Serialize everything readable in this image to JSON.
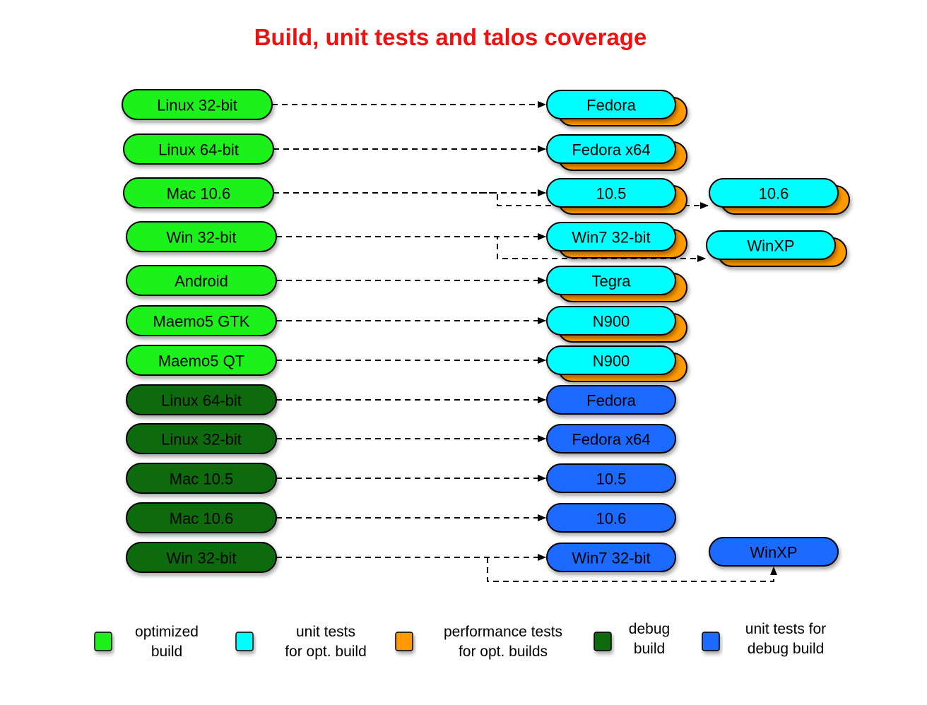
{
  "title": "Build, unit tests and talos coverage",
  "colors": {
    "optimized_build": "#1ef11e",
    "unit_tests_opt": "#00ffff",
    "perf_tests_opt": "#ff9a00",
    "debug_build": "#0a6a0a",
    "unit_tests_debug": "#1a6bff"
  },
  "builds": [
    {
      "label": "Linux 32-bit",
      "kind": "optimized"
    },
    {
      "label": "Linux 64-bit",
      "kind": "optimized"
    },
    {
      "label": "Mac 10.6",
      "kind": "optimized"
    },
    {
      "label": "Win 32-bit",
      "kind": "optimized"
    },
    {
      "label": "Android",
      "kind": "optimized"
    },
    {
      "label": "Maemo5 GTK",
      "kind": "optimized"
    },
    {
      "label": "Maemo5 QT",
      "kind": "optimized"
    },
    {
      "label": "Linux 64-bit",
      "kind": "debug"
    },
    {
      "label": "Linux 32-bit",
      "kind": "debug"
    },
    {
      "label": "Mac 10.5",
      "kind": "debug"
    },
    {
      "label": "Mac 10.6",
      "kind": "debug"
    },
    {
      "label": "Win 32-bit",
      "kind": "debug"
    }
  ],
  "targets": [
    {
      "label": "Fedora",
      "kind": "opt-tests",
      "perf": true
    },
    {
      "label": "Fedora x64",
      "kind": "opt-tests",
      "perf": true
    },
    {
      "label": "10.5",
      "kind": "opt-tests",
      "perf": true
    },
    {
      "label": "Win7 32-bit",
      "kind": "opt-tests",
      "perf": true
    },
    {
      "label": "Tegra",
      "kind": "opt-tests",
      "perf": true
    },
    {
      "label": "N900",
      "kind": "opt-tests",
      "perf": true
    },
    {
      "label": "N900",
      "kind": "opt-tests",
      "perf": true
    },
    {
      "label": "Fedora",
      "kind": "debug-tests",
      "perf": false
    },
    {
      "label": "Fedora x64",
      "kind": "debug-tests",
      "perf": false
    },
    {
      "label": "10.5",
      "kind": "debug-tests",
      "perf": false
    },
    {
      "label": "10.6",
      "kind": "debug-tests",
      "perf": false
    },
    {
      "label": "Win7 32-bit",
      "kind": "debug-tests",
      "perf": false
    }
  ],
  "extra_targets": [
    {
      "label": "10.6",
      "kind": "opt-tests",
      "perf": true,
      "from_build": 2
    },
    {
      "label": "WinXP",
      "kind": "opt-tests",
      "perf": true,
      "from_build": 3
    },
    {
      "label": "WinXP",
      "kind": "debug-tests",
      "perf": false,
      "from_build": 11
    }
  ],
  "legend": [
    {
      "label": "optimized\nbuild",
      "color_key": "optimized_build"
    },
    {
      "label": "unit tests\nfor opt. build",
      "color_key": "unit_tests_opt"
    },
    {
      "label": "performance tests\nfor opt. builds",
      "color_key": "perf_tests_opt"
    },
    {
      "label": "debug\nbuild",
      "color_key": "debug_build"
    },
    {
      "label": "unit tests for\ndebug build",
      "color_key": "unit_tests_debug"
    }
  ]
}
